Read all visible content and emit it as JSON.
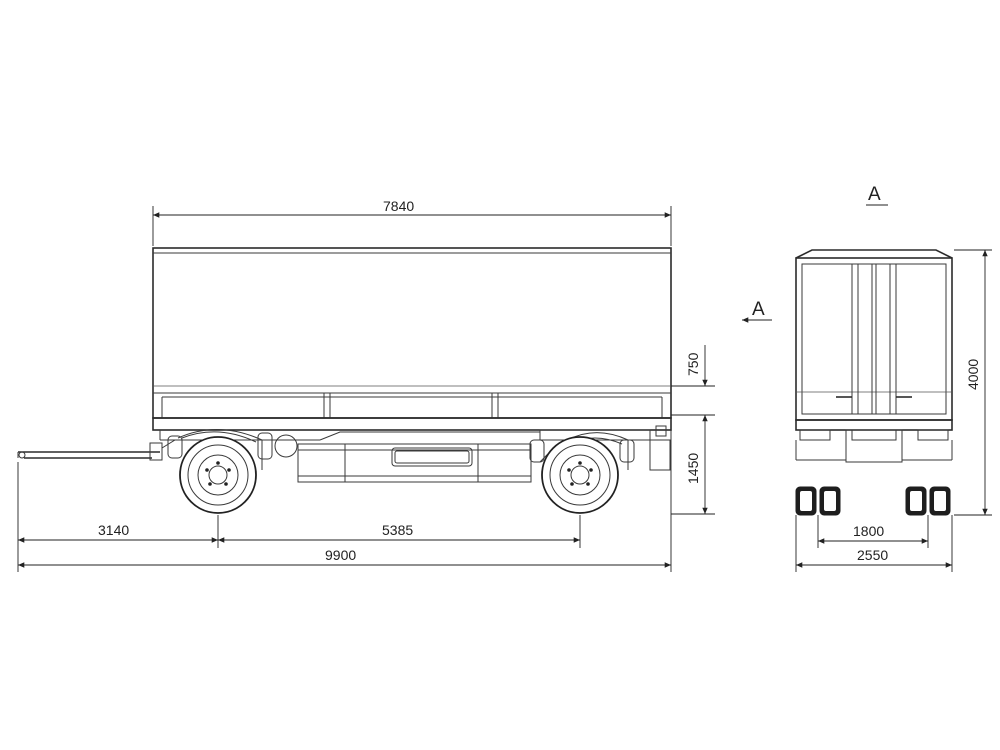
{
  "dimensions": {
    "body_length": "7840",
    "side_height": "750",
    "deck_height": "1450",
    "drawbar_to_axle": "3140",
    "wheelbase": "5385",
    "overall_length": "9900",
    "overall_height": "4000",
    "track": "1800",
    "overall_width": "2550"
  },
  "views": {
    "section_label": "A",
    "arrow_label": "A"
  }
}
